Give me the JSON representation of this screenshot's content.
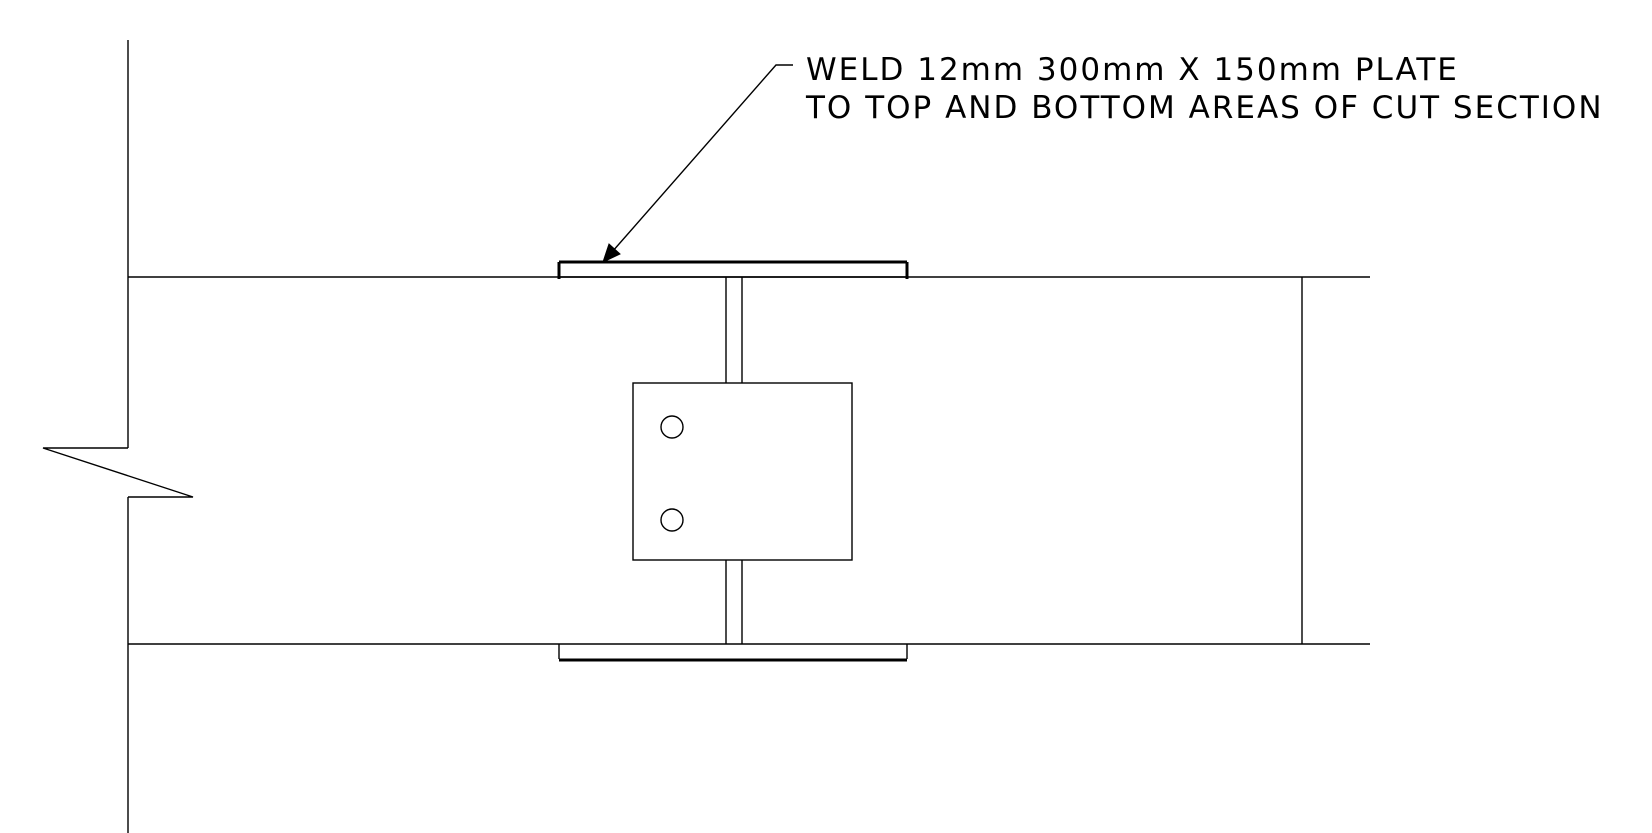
{
  "annotation": {
    "line1": "WELD 12mm 300mm X 150mm PLATE",
    "line2": "TO TOP AND BOTTOM AREAS OF CUT SECTION"
  },
  "colors": {
    "background": "#ffffff",
    "line": "#000000"
  },
  "elements": {
    "column": "column-line-with-break-symbol",
    "beam": "beam-section",
    "web_plate": "web-splice-plate",
    "bolt_count": 2,
    "flange_plates": [
      "top-flange-plate",
      "bottom-flange-plate"
    ]
  }
}
